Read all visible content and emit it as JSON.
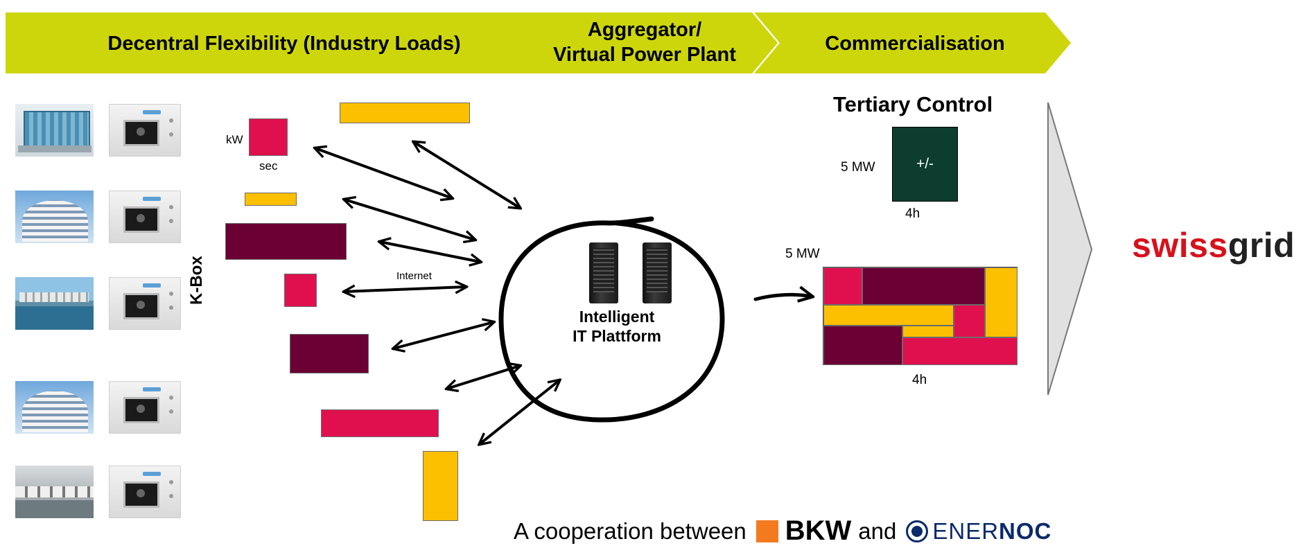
{
  "header": {
    "stage1": "Decentral Flexibility (Industry Loads)",
    "stage2_line1": "Aggregator/",
    "stage2_line2": "Virtual Power Plant",
    "stage3": "Commercialisation",
    "color": "#cdd60a"
  },
  "kbox_label": "K-Box",
  "small_chart": {
    "y_unit": "kW",
    "x_unit": "sec"
  },
  "internet_label": "Internet",
  "platform": {
    "line1": "Intelligent",
    "line2": "IT Plattform"
  },
  "tertiary": {
    "title": "Tertiary Control",
    "power": "5 MW",
    "symbol": "+/-",
    "duration": "4h",
    "color": "#0c3d2e"
  },
  "pool": {
    "power": "5 MW",
    "duration": "4h"
  },
  "logo": {
    "swiss": "swiss",
    "grid": "grid",
    "color_swiss": "#d7111b",
    "color_grid": "#222222"
  },
  "footer": {
    "prefix": "A cooperation between",
    "bkw": "BKW",
    "and": "and",
    "ener": "ENER",
    "noc": "NOC",
    "bkw_color": "#f47a20",
    "ener_color": "#0b2a6b"
  },
  "colors": {
    "crimson": "#e0104f",
    "amber": "#fcc000",
    "maroon": "#6a0034"
  },
  "icons": [
    "server-icon",
    "kbox-device-icon",
    "double-arrow-icon",
    "arrow-right-icon",
    "large-chevron-arrow-icon",
    "bkw-square-icon",
    "enernoc-circle-icon"
  ]
}
